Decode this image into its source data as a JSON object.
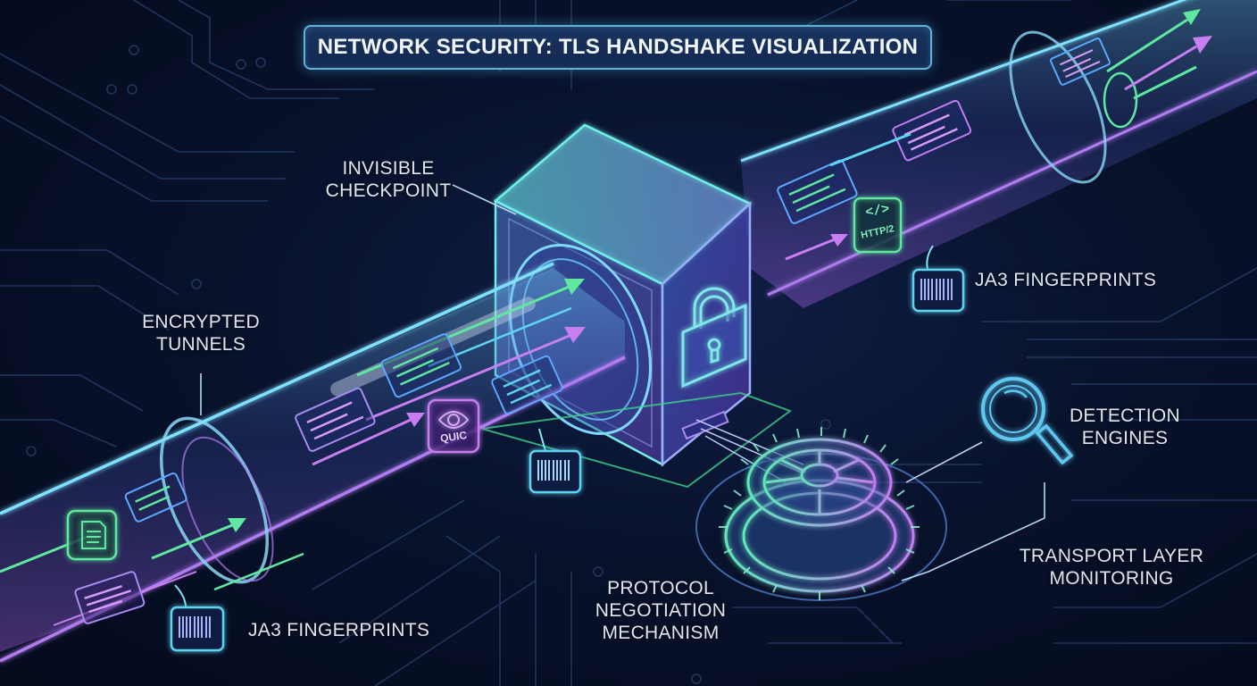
{
  "title": "NETWORK SECURITY: TLS HANDSHAKE VISUALIZATION",
  "labels": {
    "invisible_checkpoint": [
      "INVISIBLE",
      "CHECKPOINT"
    ],
    "encrypted_tunnels": [
      "ENCRYPTED",
      "TUNNELS"
    ],
    "ja3_top": "JA3 FINGERPRINTS",
    "ja3_bottom": "JA3 FINGERPRINTS",
    "detection_engines": [
      "DETECTION",
      "ENGINES"
    ],
    "transport_layer": [
      "TRANSPORT LAYER",
      "MONITORING"
    ],
    "protocol_negotiation": [
      "PROTOCOL",
      "NEGOTIATION",
      "MECHANISM"
    ]
  },
  "badges": {
    "quic": "QUIC",
    "http2": "HTTP/2",
    "http2_glyph": "</>"
  },
  "icons": [
    "lock-icon",
    "magnifier-icon",
    "gear-icon",
    "barcode-icon",
    "document-icon",
    "eye-icon",
    "code-icon"
  ],
  "colors": {
    "background": "#07102a",
    "tunnel_cyan": "#5fd4f0",
    "accent_green": "#5ee8a0",
    "accent_purple": "#c77ef0",
    "label_text": "#dfe6ee",
    "title_border": "#5fb4d8"
  }
}
